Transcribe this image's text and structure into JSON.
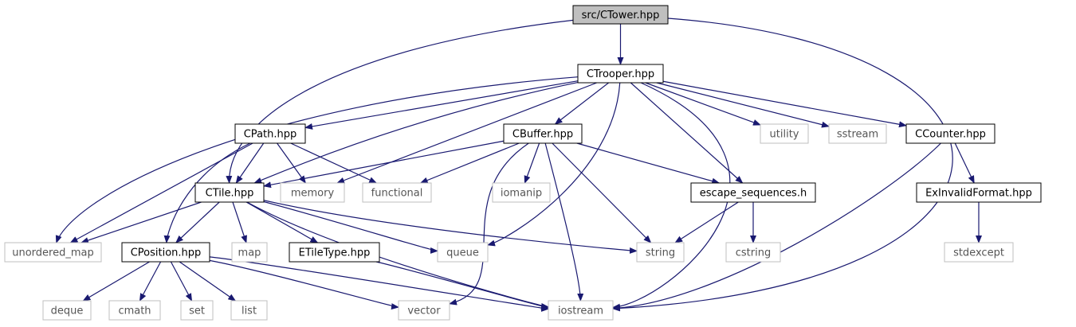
{
  "root": "src/CTower.hpp",
  "colors": {
    "edge": "#191970",
    "root_fill": "#bfbfbf",
    "project_border": "#000000",
    "system_border": "#bfbfbf",
    "system_text": "#555555"
  },
  "nodes": [
    {
      "id": "ctower",
      "label": "src/CTower.hpp",
      "kind": "root"
    },
    {
      "id": "ctrooper",
      "label": "CTrooper.hpp",
      "kind": "project"
    },
    {
      "id": "cpath",
      "label": "CPath.hpp",
      "kind": "project"
    },
    {
      "id": "cbuffer",
      "label": "CBuffer.hpp",
      "kind": "project"
    },
    {
      "id": "utility",
      "label": "utility",
      "kind": "system"
    },
    {
      "id": "sstream",
      "label": "sstream",
      "kind": "system"
    },
    {
      "id": "ccounter",
      "label": "CCounter.hpp",
      "kind": "project"
    },
    {
      "id": "ctile",
      "label": "CTile.hpp",
      "kind": "project"
    },
    {
      "id": "memory",
      "label": "memory",
      "kind": "system"
    },
    {
      "id": "functional",
      "label": "functional",
      "kind": "system"
    },
    {
      "id": "iomanip",
      "label": "iomanip",
      "kind": "system"
    },
    {
      "id": "escape",
      "label": "escape_sequences.h",
      "kind": "project"
    },
    {
      "id": "exinvalid",
      "label": "ExInvalidFormat.hpp",
      "kind": "project"
    },
    {
      "id": "unordered",
      "label": "unordered_map",
      "kind": "system"
    },
    {
      "id": "cposition",
      "label": "CPosition.hpp",
      "kind": "project"
    },
    {
      "id": "map",
      "label": "map",
      "kind": "system"
    },
    {
      "id": "etiletype",
      "label": "ETileType.hpp",
      "kind": "project"
    },
    {
      "id": "queue",
      "label": "queue",
      "kind": "system"
    },
    {
      "id": "string",
      "label": "string",
      "kind": "system"
    },
    {
      "id": "cstring",
      "label": "cstring",
      "kind": "system"
    },
    {
      "id": "stdexcept",
      "label": "stdexcept",
      "kind": "system"
    },
    {
      "id": "deque",
      "label": "deque",
      "kind": "system"
    },
    {
      "id": "cmath",
      "label": "cmath",
      "kind": "system"
    },
    {
      "id": "set",
      "label": "set",
      "kind": "system"
    },
    {
      "id": "list",
      "label": "list",
      "kind": "system"
    },
    {
      "id": "vector",
      "label": "vector",
      "kind": "system"
    },
    {
      "id": "iostream",
      "label": "iostream",
      "kind": "system"
    }
  ],
  "edges": [
    {
      "from": "ctower",
      "to": "ctrooper"
    },
    {
      "from": "ctower",
      "to": "ctile"
    },
    {
      "from": "ctower",
      "to": "iostream"
    },
    {
      "from": "ctrooper",
      "to": "cpath"
    },
    {
      "from": "ctrooper",
      "to": "cbuffer"
    },
    {
      "from": "ctrooper",
      "to": "utility"
    },
    {
      "from": "ctrooper",
      "to": "sstream"
    },
    {
      "from": "ctrooper",
      "to": "ccounter"
    },
    {
      "from": "ctrooper",
      "to": "ctile"
    },
    {
      "from": "ctrooper",
      "to": "memory"
    },
    {
      "from": "ctrooper",
      "to": "unordered"
    },
    {
      "from": "ctrooper",
      "to": "escape"
    },
    {
      "from": "ctrooper",
      "to": "queue"
    },
    {
      "from": "ctrooper",
      "to": "iostream"
    },
    {
      "from": "cpath",
      "to": "ctile"
    },
    {
      "from": "cpath",
      "to": "memory"
    },
    {
      "from": "cpath",
      "to": "functional"
    },
    {
      "from": "cpath",
      "to": "unordered"
    },
    {
      "from": "cpath",
      "to": "cposition"
    },
    {
      "from": "cbuffer",
      "to": "ctile"
    },
    {
      "from": "cbuffer",
      "to": "functional"
    },
    {
      "from": "cbuffer",
      "to": "iomanip"
    },
    {
      "from": "cbuffer",
      "to": "escape"
    },
    {
      "from": "cbuffer",
      "to": "string"
    },
    {
      "from": "cbuffer",
      "to": "vector"
    },
    {
      "from": "cbuffer",
      "to": "iostream"
    },
    {
      "from": "ccounter",
      "to": "exinvalid"
    },
    {
      "from": "ccounter",
      "to": "iostream"
    },
    {
      "from": "exinvalid",
      "to": "stdexcept"
    },
    {
      "from": "ctile",
      "to": "unordered"
    },
    {
      "from": "ctile",
      "to": "cposition"
    },
    {
      "from": "ctile",
      "to": "map"
    },
    {
      "from": "ctile",
      "to": "etiletype"
    },
    {
      "from": "ctile",
      "to": "queue"
    },
    {
      "from": "ctile",
      "to": "string"
    },
    {
      "from": "ctile",
      "to": "iostream"
    },
    {
      "from": "escape",
      "to": "string"
    },
    {
      "from": "escape",
      "to": "cstring"
    },
    {
      "from": "cposition",
      "to": "deque"
    },
    {
      "from": "cposition",
      "to": "cmath"
    },
    {
      "from": "cposition",
      "to": "set"
    },
    {
      "from": "cposition",
      "to": "list"
    },
    {
      "from": "cposition",
      "to": "vector"
    },
    {
      "from": "cposition",
      "to": "iostream"
    },
    {
      "from": "etiletype",
      "to": "iostream"
    }
  ]
}
